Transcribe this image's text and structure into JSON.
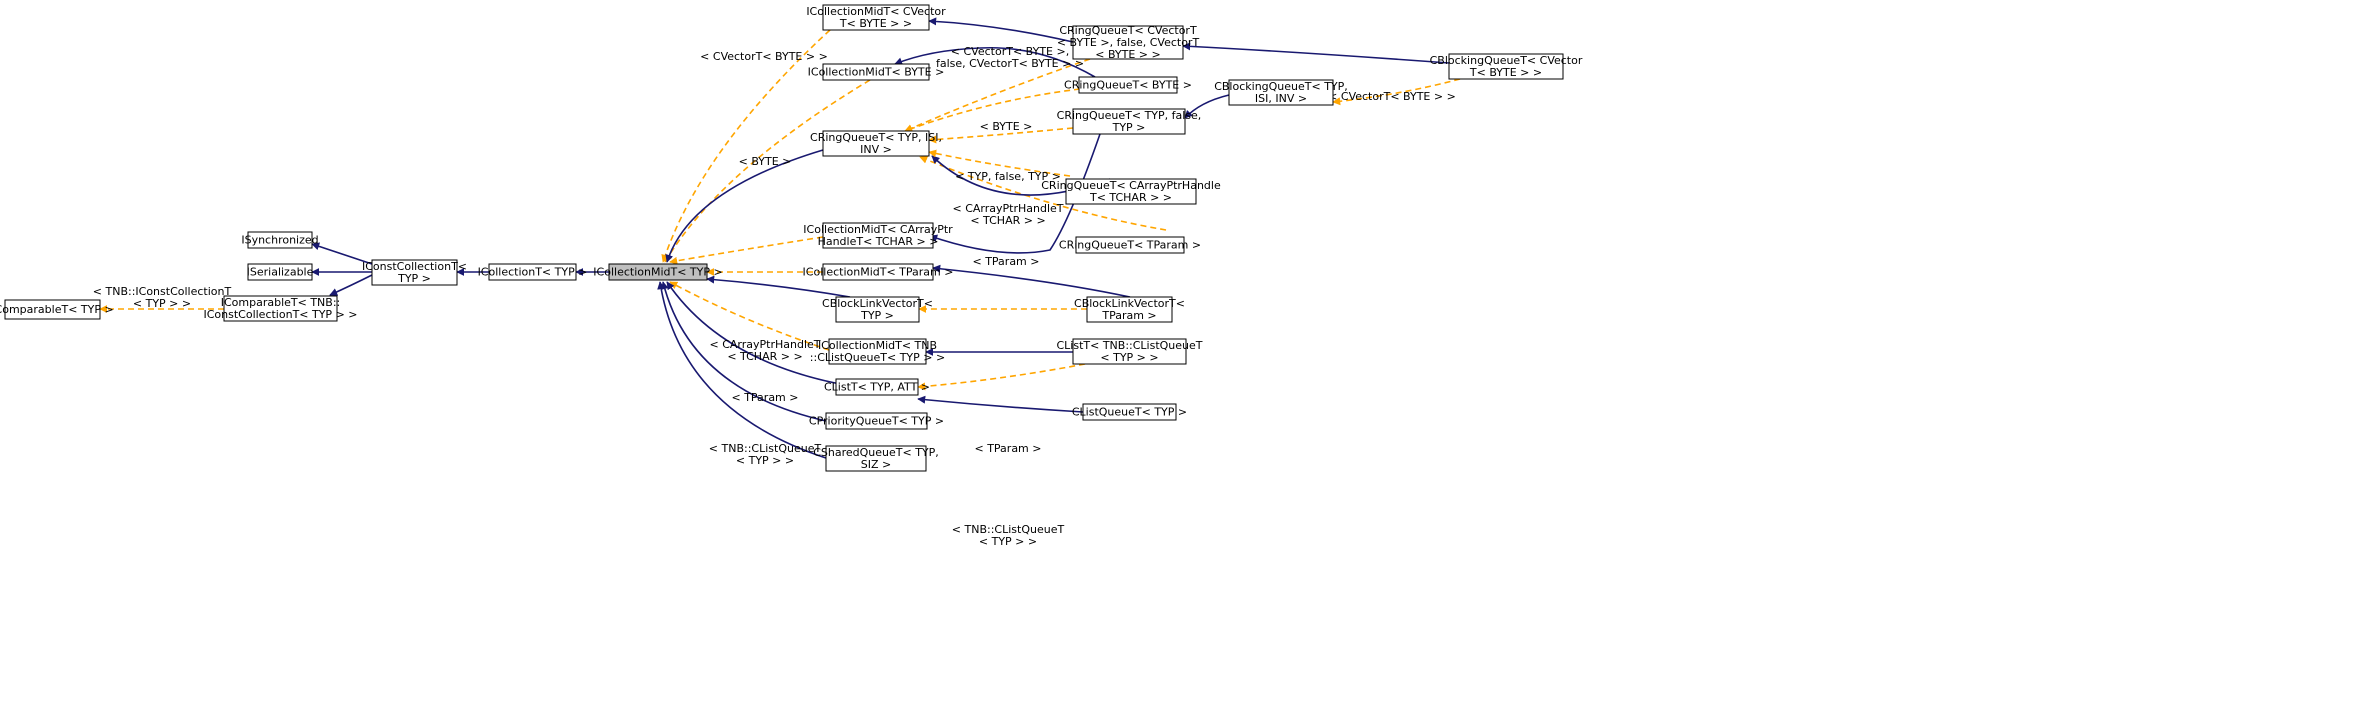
{
  "colors": {
    "inherit_edge": "#191970",
    "template_edge": "#FFA500",
    "node_border": "#000000",
    "current_fill": "#bfbfbf"
  },
  "nodes": {
    "icomparable_typ": [
      "IComparableT< TYP >"
    ],
    "icomparable_tnb": [
      "IComparableT< TNB::",
      "IConstCollectionT< TYP > >"
    ],
    "isynchronized": [
      "ISynchronized"
    ],
    "iserializable": [
      "ISerializable"
    ],
    "iconstcollection": [
      "IConstCollectionT<",
      "TYP >"
    ],
    "icollection": [
      "ICollectionT< TYP >"
    ],
    "icollectionmid_typ": [
      "ICollectionMidT< TYP >"
    ],
    "icollectionmid_cvector": [
      "ICollectionMidT< CVector",
      "T< BYTE > >"
    ],
    "icollectionmid_byte": [
      "ICollectionMidT< BYTE >"
    ],
    "cringqueue_typ_isi_inv": [
      "CRingQueueT< TYP, ISI,",
      "INV >"
    ],
    "icollectionmid_carrayptr": [
      "ICollectionMidT< CArrayPtr",
      "HandleT< TCHAR > >"
    ],
    "icollectionmid_tparam": [
      "ICollectionMidT< TParam >"
    ],
    "cblocklinkvector_typ": [
      "CBlockLinkVectorT<",
      "TYP >"
    ],
    "icollectionmid_tnb": [
      "ICollectionMidT< TNB",
      "::CListQueueT< TYP > >"
    ],
    "clist_typ_att": [
      "CListT< TYP, ATT >"
    ],
    "cpriorityqueue": [
      "CPriorityQueueT< TYP >"
    ],
    "csharedqueue": [
      "CSharedQueueT< TYP,",
      "SIZ >"
    ],
    "cringqueue_cvector": [
      "CRingQueueT< CVectorT",
      "< BYTE >, false, CVectorT",
      "< BYTE > >"
    ],
    "cringqueue_byte": [
      "CRingQueueT< BYTE >"
    ],
    "cringqueue_typ_false": [
      "CRingQueueT< TYP, false,",
      "TYP >"
    ],
    "cringqueue_carrayptr": [
      "CRingQueueT< CArrayPtrHandle",
      "T< TCHAR > >"
    ],
    "cringqueue_tparam": [
      "CRingQueueT< TParam >"
    ],
    "cblocklinkvector_tparam": [
      "CBlockLinkVectorT<",
      "TParam >"
    ],
    "clist_tnb": [
      "CListT< TNB::CListQueueT",
      "< TYP > >"
    ],
    "clistqueue_typ": [
      "CListQueueT< TYP >"
    ],
    "cblockingqueue_typ": [
      "CBlockingQueueT< TYP,",
      "ISI, INV >"
    ],
    "cblockingqueue_cvector": [
      "CBlockingQueueT< CVector",
      "T< BYTE > >"
    ]
  },
  "edge_labels": {
    "tnb_iconstcollection": [
      "< TNB::IConstCollectionT",
      "< TYP > >"
    ],
    "cvector_byte": [
      "< CVectorT< BYTE > >"
    ],
    "byte": [
      "< BYTE >"
    ],
    "carrayptr_handle": [
      "< CArrayPtrHandleT",
      "< TCHAR > >"
    ],
    "tparam_mid": [
      "< TParam >"
    ],
    "tnb_clistqueue": [
      "< TNB::CListQueueT",
      "< TYP > >"
    ],
    "cvector_ring": [
      "< CVectorT< BYTE >,",
      "false, CVectorT< BYTE > >"
    ],
    "byte_ring": [
      "< BYTE >"
    ],
    "typ_false_typ": [
      "< TYP, false, TYP >"
    ],
    "carrayptr_ring": [
      "< CArrayPtrHandleT",
      "< TCHAR > >"
    ],
    "tparam_ring": [
      "< TParam >"
    ],
    "tparam_block": [
      "< TParam >"
    ],
    "tnb_clist": [
      "< TNB::CListQueueT",
      "< TYP > >"
    ],
    "cvector_blocking": [
      "< CVectorT< BYTE > >"
    ]
  }
}
